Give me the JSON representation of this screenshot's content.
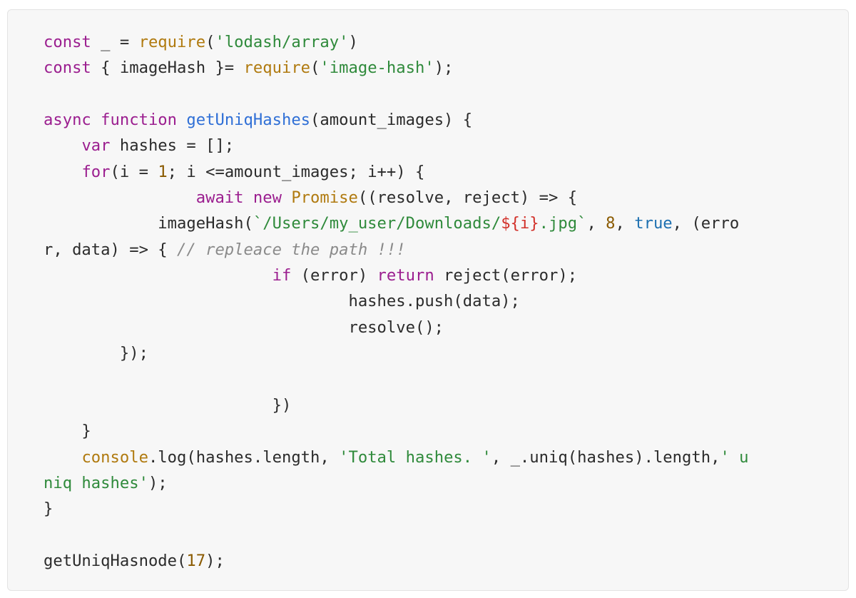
{
  "colors": {
    "keyword": "#9b1e8f",
    "builtin": "#b07a0f",
    "string": "#2f8a3b",
    "definition": "#2f6fd6",
    "number": "#8a5a00",
    "boolean": "#1c6fb0",
    "comment": "#8a8a8a",
    "template_interpolation": "#d2312a",
    "text": "#2b2b2b",
    "block_background": "#f7f7f7",
    "block_border": "#e3e3e3"
  },
  "code": {
    "lines": [
      [
        {
          "t": "const",
          "k": "kw"
        },
        {
          "t": " _ = ",
          "k": "plain"
        },
        {
          "t": "require",
          "k": "fn"
        },
        {
          "t": "(",
          "k": "plain"
        },
        {
          "t": "'lodash/array'",
          "k": "str"
        },
        {
          "t": ")",
          "k": "plain"
        }
      ],
      [
        {
          "t": "const",
          "k": "kw"
        },
        {
          "t": " { imageHash }= ",
          "k": "plain"
        },
        {
          "t": "require",
          "k": "fn"
        },
        {
          "t": "(",
          "k": "plain"
        },
        {
          "t": "'image-hash'",
          "k": "str"
        },
        {
          "t": ");",
          "k": "plain"
        }
      ],
      [],
      [
        {
          "t": "async",
          "k": "kw"
        },
        {
          "t": " ",
          "k": "plain"
        },
        {
          "t": "function",
          "k": "kw"
        },
        {
          "t": " ",
          "k": "plain"
        },
        {
          "t": "getUniqHashes",
          "k": "def"
        },
        {
          "t": "(amount_images) {",
          "k": "plain"
        }
      ],
      [
        {
          "t": "    ",
          "k": "plain"
        },
        {
          "t": "var",
          "k": "kw"
        },
        {
          "t": " hashes = [];",
          "k": "plain"
        }
      ],
      [
        {
          "t": "    ",
          "k": "plain"
        },
        {
          "t": "for",
          "k": "kw"
        },
        {
          "t": "(i = ",
          "k": "plain"
        },
        {
          "t": "1",
          "k": "num"
        },
        {
          "t": "; i <=amount_images; i++) {",
          "k": "plain"
        }
      ],
      [
        {
          "t": "                ",
          "k": "plain"
        },
        {
          "t": "await",
          "k": "kw"
        },
        {
          "t": " ",
          "k": "plain"
        },
        {
          "t": "new",
          "k": "kw"
        },
        {
          "t": " ",
          "k": "plain"
        },
        {
          "t": "Promise",
          "k": "fn"
        },
        {
          "t": "((resolve, reject) => {",
          "k": "plain"
        }
      ],
      [
        {
          "t": "            imageHash(",
          "k": "plain"
        },
        {
          "t": "`/Users/my_user/Downloads/",
          "k": "str"
        },
        {
          "t": "${i}",
          "k": "tpl"
        },
        {
          "t": ".jpg`",
          "k": "str"
        },
        {
          "t": ", ",
          "k": "plain"
        },
        {
          "t": "8",
          "k": "num"
        },
        {
          "t": ", ",
          "k": "plain"
        },
        {
          "t": "true",
          "k": "bool"
        },
        {
          "t": ", (erro",
          "k": "plain"
        }
      ],
      [
        {
          "t": "r, data) => { ",
          "k": "plain"
        },
        {
          "t": "// repleace the path !!!",
          "k": "com"
        }
      ],
      [
        {
          "t": "                        ",
          "k": "plain"
        },
        {
          "t": "if",
          "k": "kw"
        },
        {
          "t": " (error) ",
          "k": "plain"
        },
        {
          "t": "return",
          "k": "kw"
        },
        {
          "t": " reject(error);",
          "k": "plain"
        }
      ],
      [
        {
          "t": "                                hashes.push(data);",
          "k": "plain"
        }
      ],
      [
        {
          "t": "                                resolve();",
          "k": "plain"
        }
      ],
      [
        {
          "t": "        });",
          "k": "plain"
        }
      ],
      [],
      [
        {
          "t": "                        })",
          "k": "plain"
        }
      ],
      [
        {
          "t": "    }",
          "k": "plain"
        }
      ],
      [
        {
          "t": "    ",
          "k": "plain"
        },
        {
          "t": "console",
          "k": "fn"
        },
        {
          "t": ".log(hashes.length, ",
          "k": "plain"
        },
        {
          "t": "'Total hashes. '",
          "k": "str"
        },
        {
          "t": ", _.uniq(hashes).length,",
          "k": "plain"
        },
        {
          "t": "' u",
          "k": "str"
        }
      ],
      [
        {
          "t": "niq hashes'",
          "k": "str"
        },
        {
          "t": ");",
          "k": "plain"
        }
      ],
      [
        {
          "t": "}",
          "k": "plain"
        }
      ],
      [],
      [
        {
          "t": "getUniqHasnode(",
          "k": "plain"
        },
        {
          "t": "17",
          "k": "num"
        },
        {
          "t": ");",
          "k": "plain"
        }
      ]
    ]
  }
}
